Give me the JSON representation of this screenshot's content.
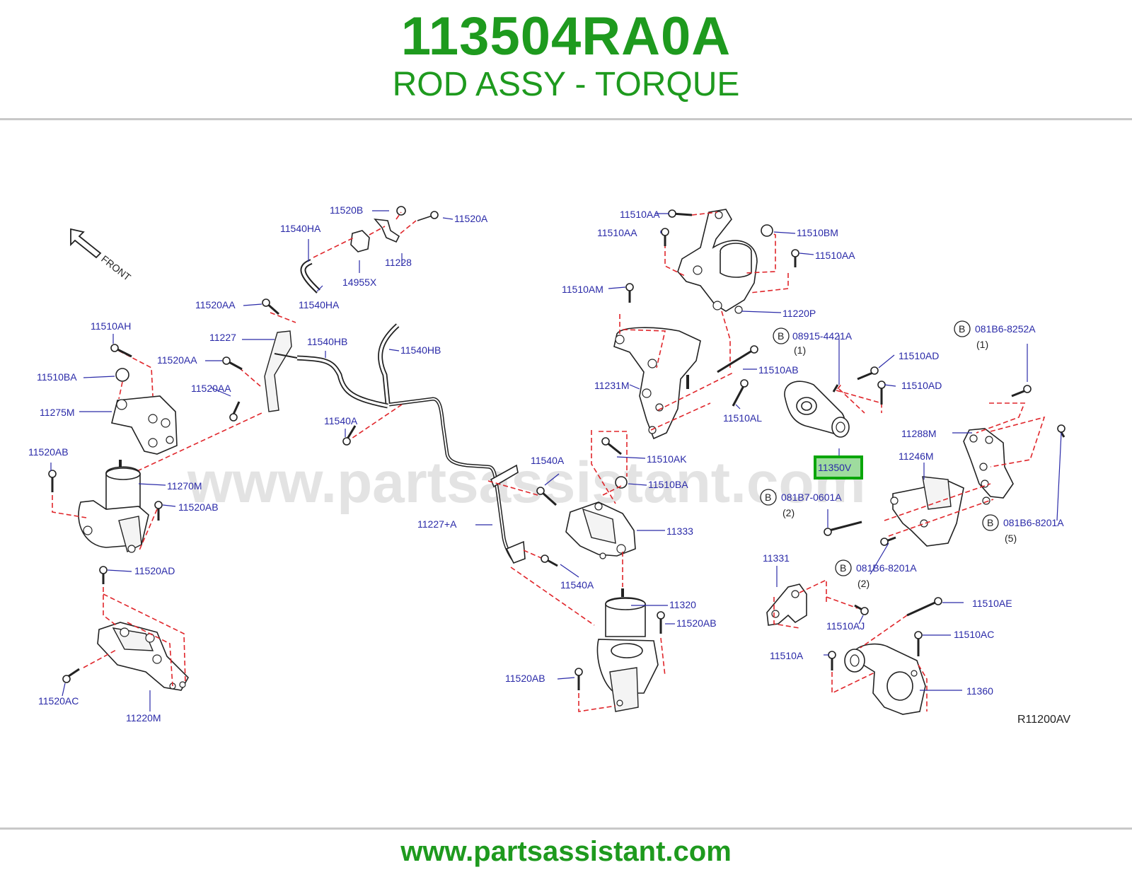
{
  "header": {
    "part_number": "113504RA0A",
    "part_name": "ROD ASSY - TORQUE"
  },
  "footer": {
    "url": "www.partsassistant.com"
  },
  "diagram": {
    "watermark": "www.partsassistant.com",
    "front_label": "FRONT",
    "reference_code": "R11200AV",
    "highlighted_part": "11350V",
    "bubble_letter": "B",
    "callouts": {
      "c11520B": "11520B",
      "c11520A": "11520A",
      "c11540HA_1": "11540HA",
      "c14955X": "14955X",
      "c11228": "11228",
      "c11540HA_2": "11540HA",
      "c11520AA_1": "11520AA",
      "c11227": "11227",
      "c11540HB_1": "11540HB",
      "c11540HB_2": "11540HB",
      "c11510AH": "11510AH",
      "c11520AA_2": "11520AA",
      "c11510BA_1": "11510BA",
      "c11520AA_3": "11520AA",
      "c11275M": "11275M",
      "c11540A_1": "11540A",
      "c11520AB_1": "11520AB",
      "c11270M": "11270M",
      "c11520AB_2": "11520AB",
      "c11520AD": "11520AD",
      "c11520AC": "11520AC",
      "c11220M": "11220M",
      "c11510AA_1": "11510AA",
      "c11510AA_2": "11510AA",
      "c11510BM": "11510BM",
      "c11510AA_3": "11510AA",
      "c11510AM": "11510AM",
      "c11220P": "11220P",
      "c11510AB": "11510AB",
      "c11231M": "11231M",
      "c11510AL": "11510AL",
      "c11510AK": "11510AK",
      "c11540A_2": "11540A",
      "c11510BA_2": "11510BA",
      "c11227A": "11227+A",
      "c11333": "11333",
      "c11540A_3": "11540A",
      "c11320": "11320",
      "c11520AB_3": "11520AB",
      "c11520AB_4": "11520AB",
      "c08915": "08915-4421A",
      "q08915": "(1)",
      "c081B6_8252A": "081B6-8252A",
      "q081B6_8252A": "(1)",
      "c11510AD_1": "11510AD",
      "c11510AD_2": "11510AD",
      "c11288M": "11288M",
      "c11246M": "11246M",
      "c081B7": "081B7-0601A",
      "q081B7": "(2)",
      "c081B6_8201A_1": "081B6-8201A",
      "q081B6_8201A_1": "(5)",
      "c081B6_8201A_2": "081B6-8201A",
      "q081B6_8201A_2": "(2)",
      "c11331": "11331",
      "c11510AJ": "11510AJ",
      "c11510AE": "11510AE",
      "c11510AC": "11510AC",
      "c11510A": "11510A",
      "c11360": "11360"
    }
  }
}
